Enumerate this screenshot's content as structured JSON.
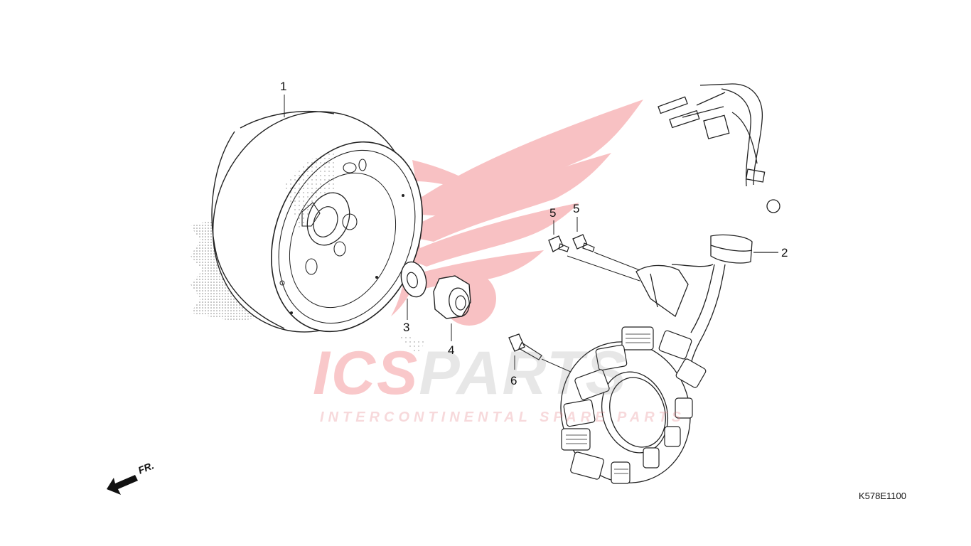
{
  "diagram": {
    "code": "K578E1100",
    "direction_label": "FR.",
    "callouts": [
      "1",
      "2",
      "3",
      "4",
      "5",
      "5",
      "6"
    ]
  },
  "watermark": {
    "brand_part1": "ICS",
    "brand_part2": "PARTS",
    "tagline": "INTERCONTINENTAL SPARE PARTS",
    "brand_color": "#e8242b",
    "logo_name": "wing-logo"
  },
  "colors": {
    "line": "#222222",
    "watermark": "#f3b6b8",
    "stipple": "#777777"
  }
}
